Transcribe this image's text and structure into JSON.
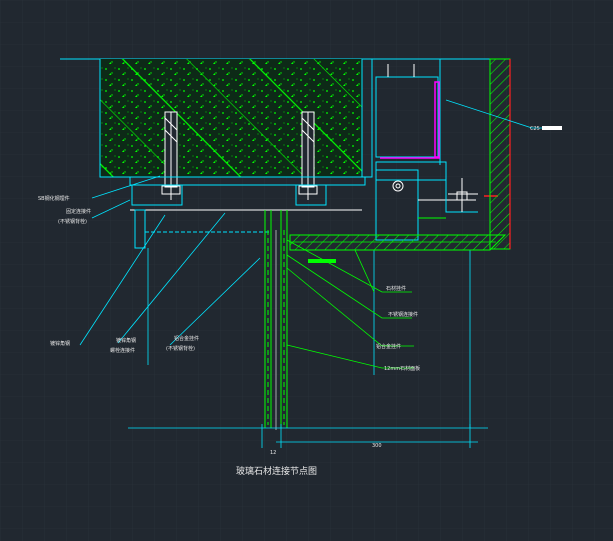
{
  "title": "玻璃石材连接节点图",
  "labels": {
    "l1": "SB钢化钢埋件",
    "l2": "固定连接件",
    "l3": "(不锈钢背栓)",
    "l4": "镀锌角钢",
    "l5": "镀锌角钢",
    "l6": "螺栓连接件",
    "l7": "铝合金挂件",
    "l8": "(不锈钢背栓)",
    "r1": "石材挂件",
    "r2": "不锈钢连接件",
    "r3": "铝合金挂件",
    "r4": "12mm石材面板",
    "r5": "C25"
  },
  "dimensions": {
    "d1": "300",
    "d2": "12"
  },
  "colors": {
    "background": "#212830",
    "grid": "#2b333c",
    "cyan": "#00e5ff",
    "green": "#00ff00",
    "magenta": "#ff00ff",
    "red": "#ff2020",
    "white": "#ffffff"
  }
}
